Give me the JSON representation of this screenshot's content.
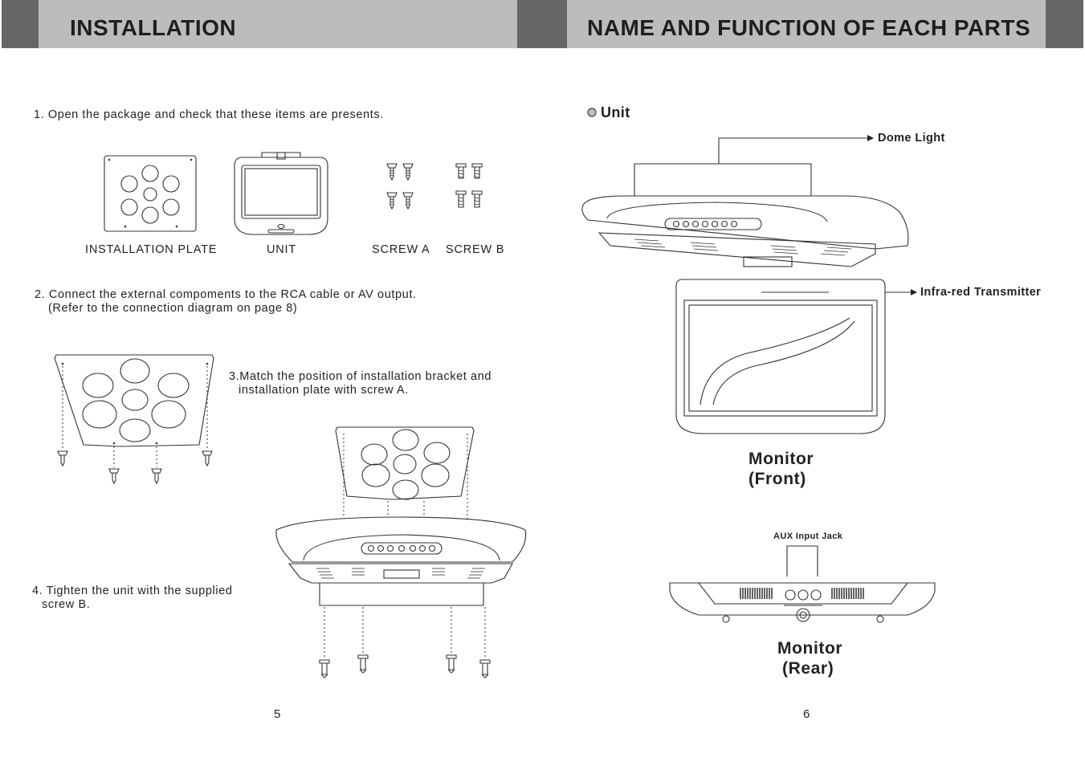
{
  "left_page": {
    "title": "INSTALLATION",
    "step1": "1. Open the package and check that these items are presents.",
    "items": [
      "INSTALLATION PLATE",
      "UNIT",
      "SCREW A",
      "SCREW B"
    ],
    "step2_line1": "2. Connect the external compoments to the RCA cable or AV output.",
    "step2_line2": "(Refer to the connection diagram on page 8)",
    "step3_line1": "3.Match the position of installation bracket and",
    "step3_line2": "installation plate with screw A.",
    "step4_line1": "4. Tighten the unit with the supplied",
    "step4_line2": "screw B.",
    "page_number": "5"
  },
  "right_page": {
    "title": "NAME AND FUNCTION OF EACH PARTS",
    "section": "Unit",
    "callout_dome": "Dome Light",
    "callout_ir": "Infra-red Transmitter",
    "front_line1": "Monitor",
    "front_line2": "(Front)",
    "callout_aux": "AUX Input Jack",
    "rear_line1": "Monitor",
    "rear_line2": "(Rear)",
    "page_number": "6"
  },
  "colors": {
    "header_light": "#bcbcbc",
    "header_dark": "#666666",
    "ink": "#222222"
  }
}
